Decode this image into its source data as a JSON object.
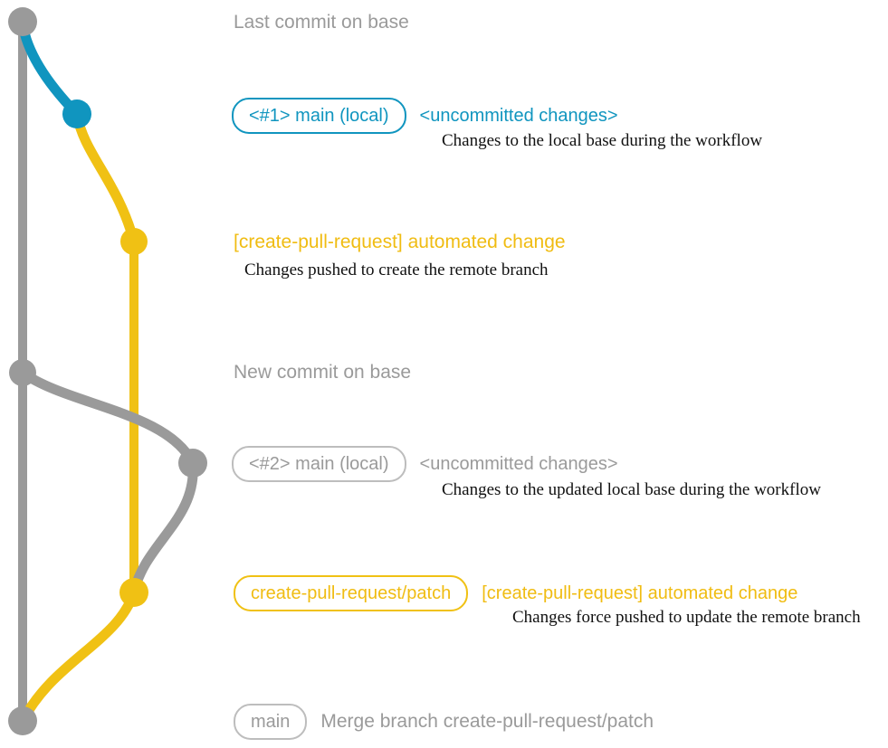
{
  "diagram": {
    "colors": {
      "gray": "#9a9a9a",
      "border_gray": "#bdbdbd",
      "blue": "#1095bf",
      "yellow": "#f0c114",
      "note_black": "#111111"
    },
    "rows": [
      {
        "message": "Last commit on base"
      },
      {
        "badge": "<#1> main (local)",
        "message": "<uncommitted changes>",
        "note": "Changes to the local base during the workflow"
      },
      {
        "message": "[create-pull-request] automated change",
        "note": "Changes pushed to create the remote branch"
      },
      {
        "message": "New commit on base"
      },
      {
        "badge": "<#2> main (local)",
        "message": "<uncommitted changes>",
        "note": "Changes to the updated local base during the workflow"
      },
      {
        "badge": "create-pull-request/patch",
        "message": "[create-pull-request] automated change",
        "note": "Changes force pushed to update the remote branch"
      },
      {
        "badge": "main",
        "message": "Merge branch create-pull-request/patch"
      }
    ]
  }
}
